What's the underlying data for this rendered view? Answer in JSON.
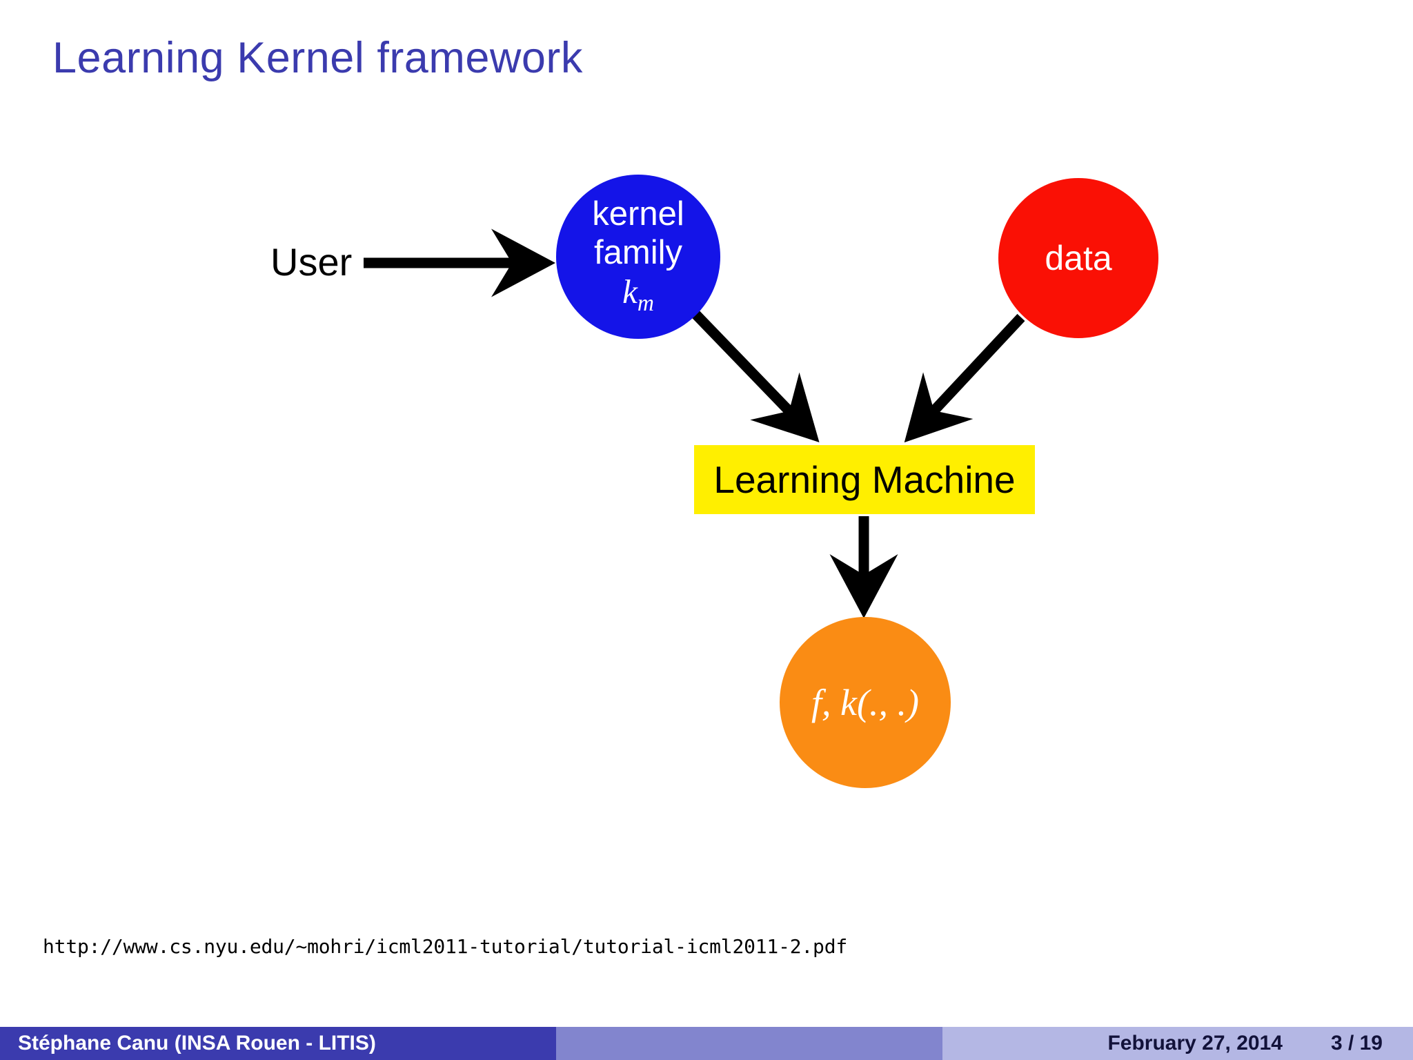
{
  "slide": {
    "title": "Learning Kernel framework",
    "title_color": "#3b3bae",
    "background_color": "#ffffff"
  },
  "diagram": {
    "type": "flow-diagram",
    "nodes": [
      {
        "id": "user",
        "label": "User",
        "shape": "text",
        "fill": "none",
        "text_color": "#000000"
      },
      {
        "id": "kernel-family",
        "label_line1": "kernel",
        "label_line2": "family",
        "label_math": "k",
        "label_math_sub": "m",
        "shape": "circle",
        "fill": "#1414e8",
        "text_color": "#ffffff"
      },
      {
        "id": "data",
        "label": "data",
        "shape": "circle",
        "fill": "#fa1005",
        "text_color": "#ffffff"
      },
      {
        "id": "learning-machine",
        "label": "Learning Machine",
        "shape": "rectangle",
        "fill": "#ffef00",
        "text_color": "#000000"
      },
      {
        "id": "output",
        "label": "f, k(., .)",
        "shape": "circle",
        "fill": "#fa8c14",
        "text_color": "#ffffff"
      }
    ],
    "edges": [
      {
        "from": "user",
        "to": "kernel-family",
        "style": "arrow",
        "color": "#000000"
      },
      {
        "from": "kernel-family",
        "to": "learning-machine",
        "style": "arrow",
        "color": "#000000"
      },
      {
        "from": "data",
        "to": "learning-machine",
        "style": "arrow",
        "color": "#000000"
      },
      {
        "from": "learning-machine",
        "to": "output",
        "style": "arrow",
        "color": "#000000"
      }
    ]
  },
  "reference": {
    "url": "http://www.cs.nyu.edu/~mohri/icml2011-tutorial/tutorial-icml2011-2.pdf"
  },
  "footer": {
    "author": "Stéphane Canu  (INSA Rouen - LITIS)",
    "date": "February 27, 2014",
    "page": "3 / 19",
    "bar_color_left": "#3b3bae",
    "bar_color_mid": "#8285ce",
    "bar_color_right": "#b4b7e4"
  }
}
